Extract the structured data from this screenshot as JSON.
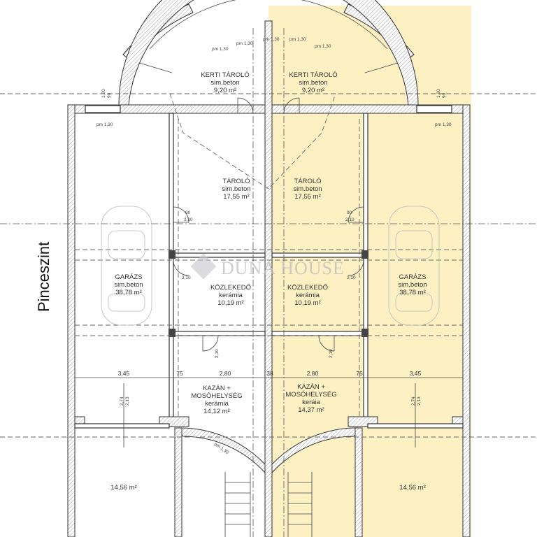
{
  "level_label": "Pinceszint",
  "watermark": "DUNA HOUSE",
  "colors": {
    "highlight": "#fdf1c4",
    "wall": "#333333"
  },
  "rooms": [
    {
      "name": "KERTI TÁROLÓ",
      "floor": "sim.beton",
      "area": "9,20 m²"
    },
    {
      "name": "KERTI TÁROLÓ",
      "floor": "sim.beton",
      "area": "9,20 m²"
    },
    {
      "name": "TÁROLÓ",
      "floor": "sim.beton",
      "area": "17,55 m²"
    },
    {
      "name": "TÁROLÓ",
      "floor": "sim.beton",
      "area": "17,55 m²"
    },
    {
      "name": "GARÁZS",
      "floor": "sim.beton",
      "area": "38,78 m²"
    },
    {
      "name": "GARÁZS",
      "floor": "sim.beton",
      "area": "38,78 m²"
    },
    {
      "name": "KÖZLEKEDŐ",
      "floor": "kerámia",
      "area": "10,19 m²"
    },
    {
      "name": "KÖZLEKEDŐ",
      "floor": "kerámia",
      "area": "10,19 m²"
    },
    {
      "name": "KAZÁN +",
      "name2": "MOSÓHELYSÉG",
      "floor": "kerámia",
      "area": "14,12 m²"
    },
    {
      "name": "KAZÁN +",
      "name2": "MOSÓHELYSÉG",
      "floor": "keráia",
      "area": "14,37 m²"
    },
    {
      "area": "14,56 m²"
    },
    {
      "area": "14,56 m²"
    }
  ],
  "dimensions": [
    "3,45",
    "75",
    "2,80",
    "38",
    "2,80",
    "75",
    "3,45"
  ],
  "annotations": {
    "sill": "pm 1,30",
    "w90": "90",
    "h120": "1,20",
    "h210": "2,10",
    "h274": "2,74",
    "h213": "2,13"
  }
}
